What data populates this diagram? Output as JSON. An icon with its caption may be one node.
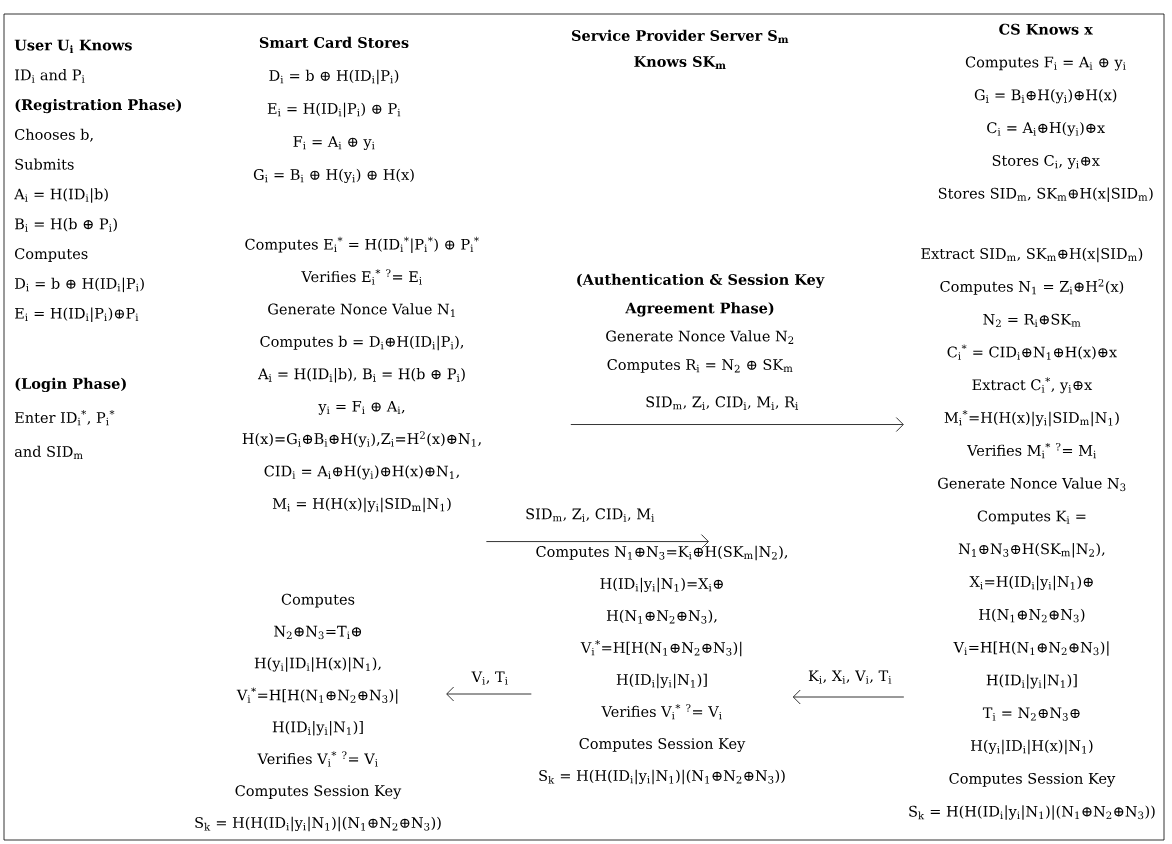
{
  "diagram": {
    "nodes": [
      {
        "text": [
          "User U$_{i}$ Knows",
          "ID$_{i}$ and P$_{i}$",
          "(Registration Phase)",
          "Chooses b,",
          "Submits",
          "A$_{i}$ = H(ID$_{i}$|b)",
          "B$_{i}$ = H(b ⊕ P$_{i}$)",
          "Computes",
          "D$_{i}$ = b ⊕ H(ID$_{i}$|P$_{i}$)",
          "E$_{i}$ = H(ID$_{i}$|P$_{i}$)⊕P$_{i}$"
        ]
      },
      {
        "text": [
          "(Login Phase)",
          "Enter ID$_{i}$$^{*}$, P$_{i}$$^{*}$",
          "and SID$_{m}$"
        ]
      },
      {
        "text": [
          "Smart Card Stores",
          "D$_{i}$ = b ⊕ H(ID$_{i}$|P$_{i}$)",
          "E$_{i}$ = H(ID$_{i}$|P$_{i}$) ⊕ P$_{i}$",
          "F$_{i}$ = A$_{i}$ ⊕ y$_{i}$",
          "G$_{i}$ = B$_{i}$ ⊕ H(y$_{i}$) ⊕ H(x)"
        ]
      },
      {
        "text": [
          "Computes E$_{i}$$^{*}$ = H(ID$_{i}$$^{*}$|P$_{i}$$^{*}$) ⊕ P$_{i}$$^{*}$",
          "Verifies E$_{i}$$^{*}$ $^{?}$= E$_{i}$",
          "Generate Nonce Value N$_{1}$",
          "Computes b = D$_{i}$⊕H(ID$_{i}$|P$_{i}$),",
          "A$_{i}$ = H(ID$_{i}$|b), B$_{i}$ = H(b ⊕ P$_{i}$)",
          "y$_{i}$ = F$_{i}$ ⊕ A$_{i}$,",
          "H(x)=G$_{i}$⊕B$_{i}$⊕H(y$_{i}$),Z$_{i}$=H$^{2}$(x)⊕N$_{1}$,",
          "CID$_{i}$ = A$_{i}$⊕H(y$_{i}$)⊕H(x)⊕N$_{1}$,",
          "M$_{i}$ = H(H(x)|y$_{i}$|SID$_{m}$|N$_{1}$)"
        ]
      },
      {
        "text": [
          "Service Provider Server S$_{m}$",
          "Knows SK$_{m}$"
        ]
      },
      {
        "text": [
          "(Authentication & Session Key Agreement Phase)",
          "Generate Nonce Value N$_{2}$",
          "Computes R$_{i}$ = N$_{2}$ ⊕ SK$_{m}$"
        ]
      },
      {
        "text": [
          "CS Knows x",
          "Computes F$_{i}$ = A$_{i}$ ⊕ y$_{i}$",
          "G$_{i}$ = B$_{i}$⊕H(y$_{i}$)⊕H(x)",
          "C$_{i}$ = A$_{i}$⊕H(y$_{i}$)⊕x",
          "Stores C$_{i}$, y$_{i}$⊕x",
          "Stores SID$_{m}$, SK$_{m}$⊕H(x|SID$_{m}$)"
        ]
      },
      {
        "text": [
          "Extract SID$_{m}$, SK$_{m}$⊕H(x|SID$_{m}$)",
          "Computes N$_{1}$ = Z$_{i}$⊕H$^{2}$(x)",
          "N$_{2}$ = R$_{i}$⊕SK$_{m}$",
          "C$_{i}$$^{*}$ = CID$_{i}$⊕N$_{1}$⊕H(x)⊕x",
          "Extract C$_{i}$$^{*}$, y$_{i}$⊕x",
          "M$_{i}$$^{*}$=H(H(x)|y$_{i}$|SID$_{m}$|N$_{1}$)",
          "Verifies M$_{i}$$^{*}$ $^{?}$= M$_{i}$",
          "Generate Nonce Value N$_{3}$",
          "Computes K$_{i}$ =",
          "N$_{1}$⊕N$_{3}$⊕H(SK$_{m}$|N$_{2}$),",
          "X$_{i}$=H(ID$_{i}$|y$_{i}$|N$_{1}$)⊕",
          "H(N$_{1}$⊕N$_{2}$⊕N$_{3}$)",
          "V$_{i}$=H[H(N$_{1}$⊕N$_{2}$⊕N$_{3}$)|",
          "H(ID$_{i}$|y$_{i}$|N$_{1}$)]",
          "T$_{i}$ = N$_{2}$⊕N$_{3}$⊕",
          "H(y$_{i}$|ID$_{i}$|H(x)|N$_{1}$)",
          "Computes Session Key",
          "S$_{k}$ = H(H(ID$_{i}$|y$_{i}$|N$_{1}$)|(N$_{1}$⊕N$_{2}$⊕N$_{3}$))"
        ]
      },
      {
        "text": [
          "Computes N$_{1}$⊕N$_{3}$=K$_{i}$⊕H(SK$_{m}$|N$_{2}$),",
          "H(ID$_{i}$|y$_{i}$|N$_{1}$)=X$_{i}$⊕",
          "H(N$_{1}$⊕N$_{2}$⊕N$_{3}$),",
          "V$_{i}$$^{*}$=H[H(N$_{1}$⊕N$_{2}$⊕N$_{3}$)|",
          "H(ID$_{i}$|y$_{i}$|N$_{1}$)]",
          "Verifies V$_{i}$$^{*}$ $^{?}$= V$_{i}$",
          "Computes Session Key",
          "S$_{k}$ = H(H(ID$_{i}$|y$_{i}$|N$_{1}$)|(N$_{1}$⊕N$_{2}$⊕N$_{3}$))"
        ]
      },
      {
        "text": [
          "Computes",
          "N$_{2}$⊕N$_{3}$=T$_{i}$⊕",
          "H(y$_{i}$|ID$_{i}$|H(x)|N$_{1}$),",
          "V$_{i}$$^{*}$=H[H(N$_{1}$⊕N$_{2}$⊕N$_{3}$)|",
          "H(ID$_{i}$|y$_{i}$|N$_{1}$)]",
          "Verifies V$_{i}$$^{*}$ $^{?}$= V$_{i}$",
          "Computes Session Key",
          "S$_{k}$ = H(H(ID$_{i}$|y$_{i}$|N$_{1}$)|(N$_{1}$⊕N$_{2}$⊕N$_{3}$))"
        ]
      }
    ],
    "edges": [
      {
        "from": 3,
        "to": 8,
        "arrow": "to",
        "label": "SID$_{m}$, Z$_{i}$, CID$_{i}$, M$_{i}$"
      },
      {
        "from": 5,
        "to": 7,
        "arrow": "to",
        "label": "SID$_{m}$, Z$_{i}$, CID$_{i}$, M$_{i}$, R$_{i}$"
      },
      {
        "from": 7,
        "to": 8,
        "arrow": "to",
        "label": "K$_{i}$, X$_{i}$, V$_{i}$, T$_{i}$"
      },
      {
        "from": 8,
        "to": 9,
        "arrow": "to",
        "label": "V$_{i}$, T$_{i}$"
      }
    ]
  }
}
